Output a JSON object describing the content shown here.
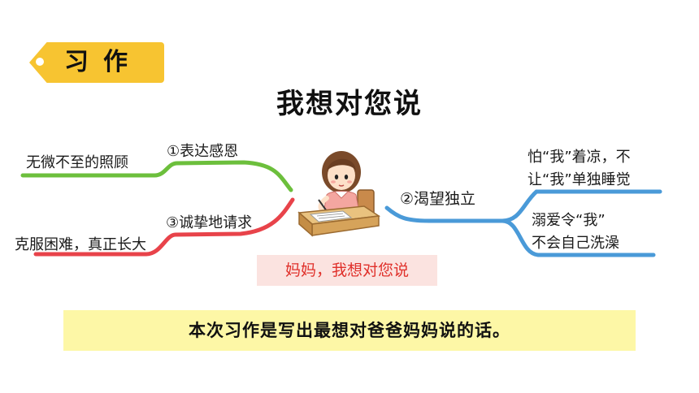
{
  "tag": {
    "label": "习作"
  },
  "title": "我想对您说",
  "branches": {
    "left_top": {
      "label": "①表达感恩",
      "detail": "无微不至的照顾"
    },
    "left_bottom": {
      "label": "③诚挚地请求",
      "detail": "克服困难，真正长大"
    },
    "right": {
      "label": "②渴望独立",
      "details": [
        {
          "line1": "怕“我”着凉，不",
          "line2": "让“我”单独睡觉"
        },
        {
          "line1": "溺爱令“我”",
          "line2": "不会自己洗澡"
        }
      ]
    }
  },
  "caption": "妈妈，我想对您说",
  "note": "本次习作是写出最想对爸爸妈妈说的话。",
  "colors": {
    "tag": "#f7c431",
    "green": "#6cbf3c",
    "red": "#e8434a",
    "blue": "#4a9ad8",
    "caption_bg": "#fbe3e0",
    "caption_text": "#e0302a",
    "note_bg": "#fdf7a6"
  },
  "illustration": "girl-writing-at-desk"
}
